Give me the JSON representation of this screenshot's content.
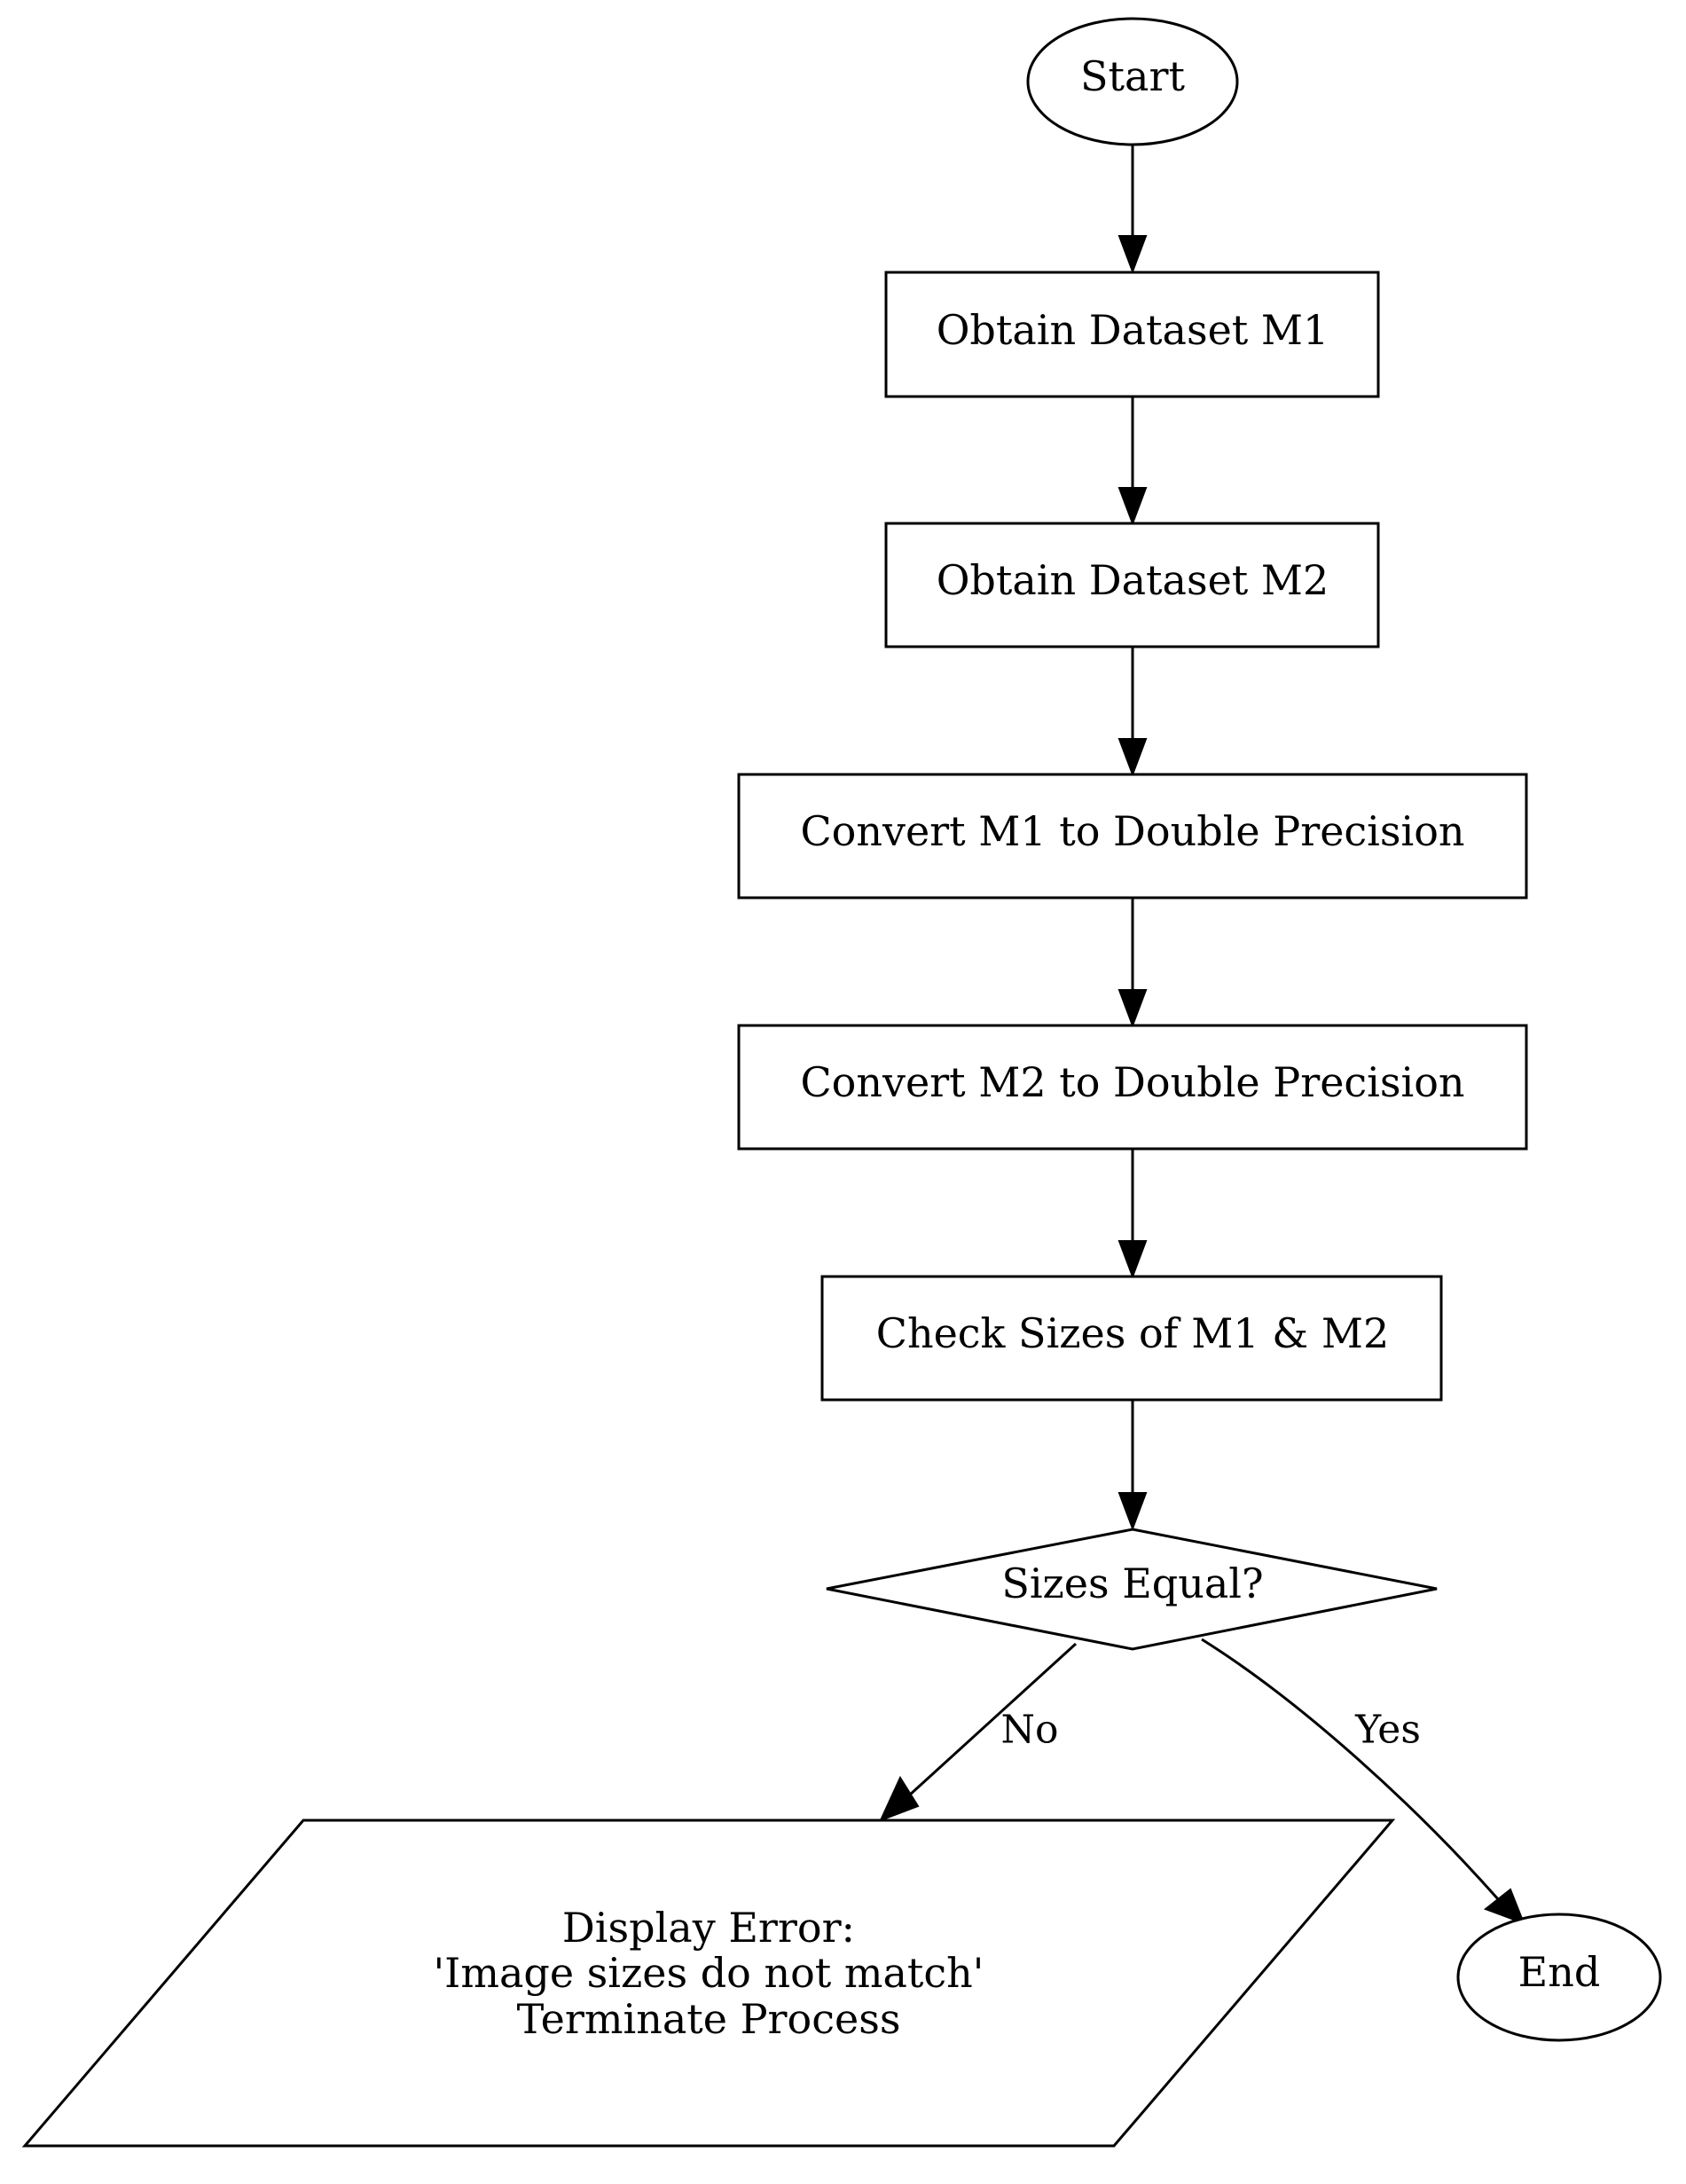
{
  "flowchart": {
    "nodes": {
      "start": "Start",
      "obtain_m1": "Obtain Dataset M1",
      "obtain_m2": "Obtain Dataset M2",
      "convert_m1": "Convert M1 to Double Precision",
      "convert_m2": "Convert M2 to Double Precision",
      "check_sizes": "Check Sizes of M1 & M2",
      "sizes_equal": "Sizes Equal?",
      "error_line1": "Display Error:",
      "error_line2": "'Image sizes do not match'",
      "error_line3": "Terminate Process",
      "end": "End"
    },
    "edges": {
      "no_label": "No",
      "yes_label": "Yes"
    }
  }
}
